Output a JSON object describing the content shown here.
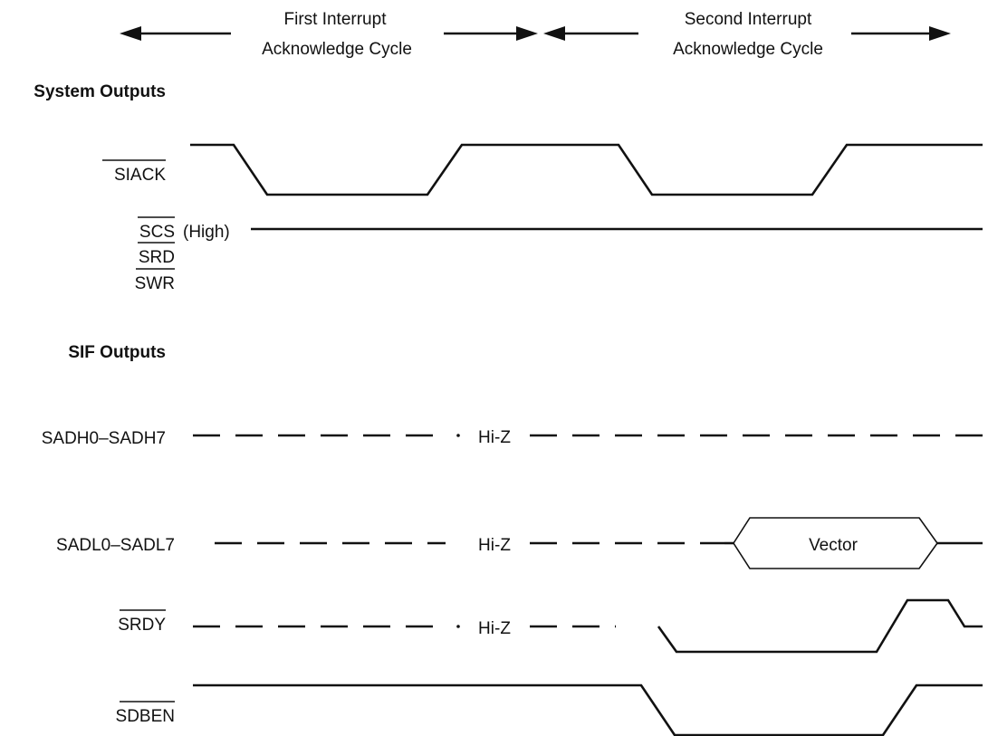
{
  "header": {
    "first_cycle": [
      "First Interrupt",
      "Acknowledge Cycle"
    ],
    "second_cycle": [
      "Second Interrupt",
      "Acknowledge Cycle"
    ]
  },
  "sections": {
    "system_outputs": "System Outputs",
    "sif_outputs": "SIF Outputs"
  },
  "signals": {
    "siack": "SIACK",
    "scs": "SCS",
    "srd": "SRD",
    "swr": "SWR",
    "sadh": "SADH0–SADH7",
    "sadl": "SADL0–SADL7",
    "srdy": "SRDY",
    "sdben": "SDBEN"
  },
  "annotations": {
    "high": "(High)",
    "hiz_sadh": "Hi-Z",
    "hiz_sadl": "Hi-Z",
    "hiz_srdy": "Hi-Z",
    "vector": "Vector"
  },
  "colors": {
    "line": "#111111",
    "background": "#ffffff"
  }
}
